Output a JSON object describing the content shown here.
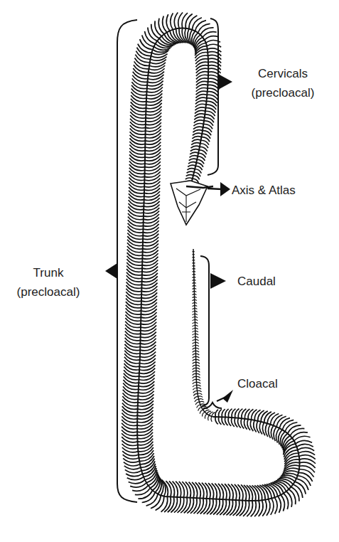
{
  "diagram": {
    "labels": [
      "Cervicals (precloacal)",
      "Axis & Atlas",
      "Trunk (precloacal)",
      "Caudal",
      "Cloacal"
    ]
  }
}
